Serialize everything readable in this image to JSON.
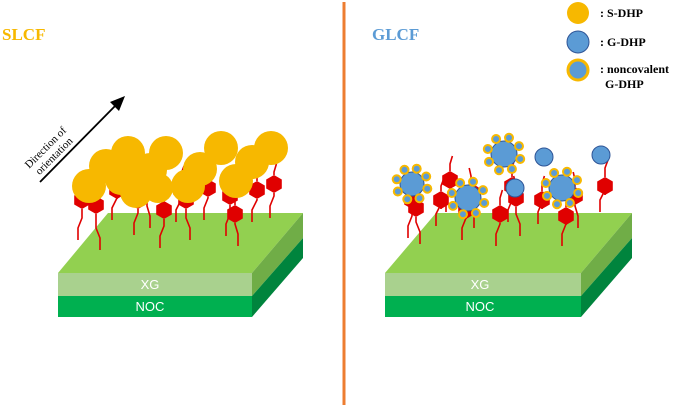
{
  "colors": {
    "s_dhp": "#f7b800",
    "g_dhp": "#5b9bd5",
    "g_dhp_outline": "#2f5597",
    "noncov_ring": "#f7b800",
    "chain": "#e00000",
    "xg_top": "#92d050",
    "xg_front": "#a9d18e",
    "xg_side": "#70ad47",
    "noc_front": "#00b050",
    "noc_side": "#00843d",
    "divider": "#ed7d31",
    "slcf_title": "#f7b800",
    "glcf_title": "#5b9bd5"
  },
  "left_panel": {
    "title": "SLCF",
    "arrow_label_line1": "Direction of",
    "arrow_label_line2": "orientation",
    "xg_label": "XG",
    "noc_label": "NOC"
  },
  "right_panel": {
    "title": "GLCF",
    "xg_label": "XG",
    "noc_label": "NOC"
  },
  "legend": {
    "s_dhp": ": S-DHP",
    "g_dhp": ": G-DHP",
    "noncovalent_line1": ": noncovalent",
    "noncovalent_line2": "G-DHP"
  }
}
